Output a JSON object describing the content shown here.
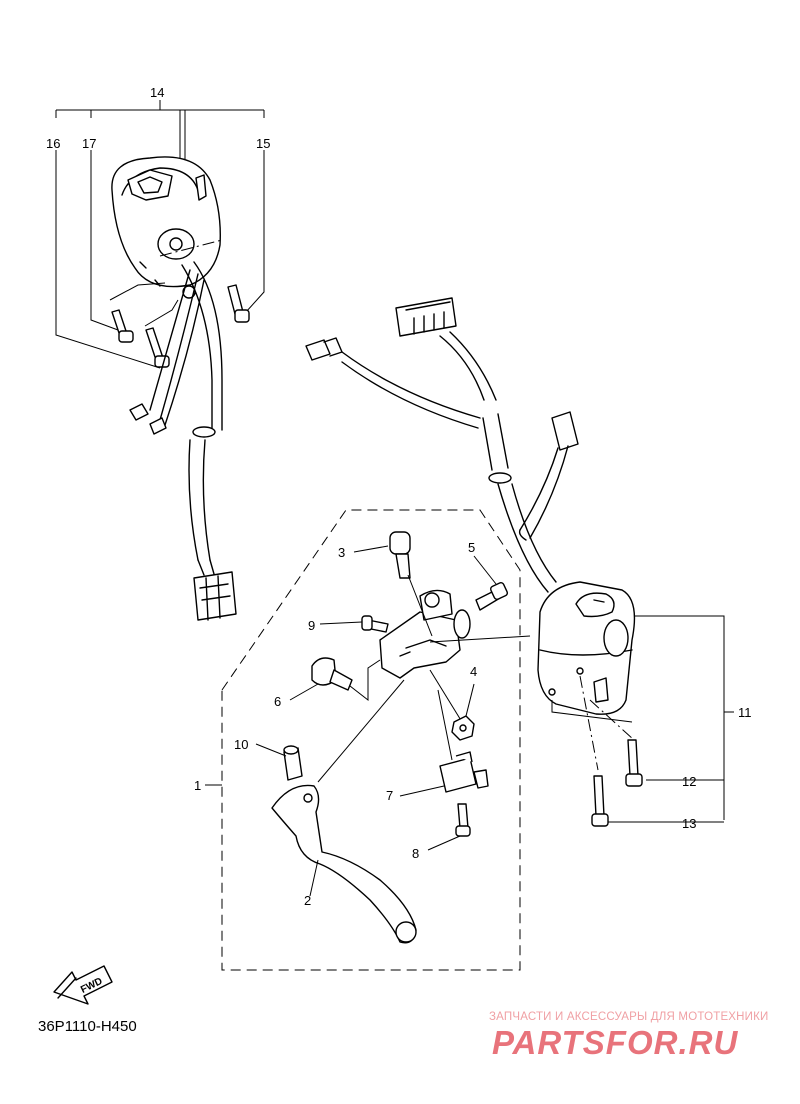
{
  "diagram": {
    "callouts": {
      "p1": "1",
      "p2": "2",
      "p3": "3",
      "p4": "4",
      "p5": "5",
      "p6": "6",
      "p7": "7",
      "p8": "8",
      "p9": "9",
      "p10": "10",
      "p11": "11",
      "p12": "12",
      "p13": "13",
      "p14": "14",
      "p15": "15",
      "p16": "16",
      "p17": "17"
    },
    "fwd_label": "FWD",
    "diagram_code": "36P1110-H450"
  },
  "watermark": {
    "tagline": "ЗАПЧАСТИ И АКСЕССУАРЫ ДЛЯ МОТОТЕХНИКИ",
    "logo_text": "PARTSFOR.RU",
    "color": "#e8737b"
  }
}
